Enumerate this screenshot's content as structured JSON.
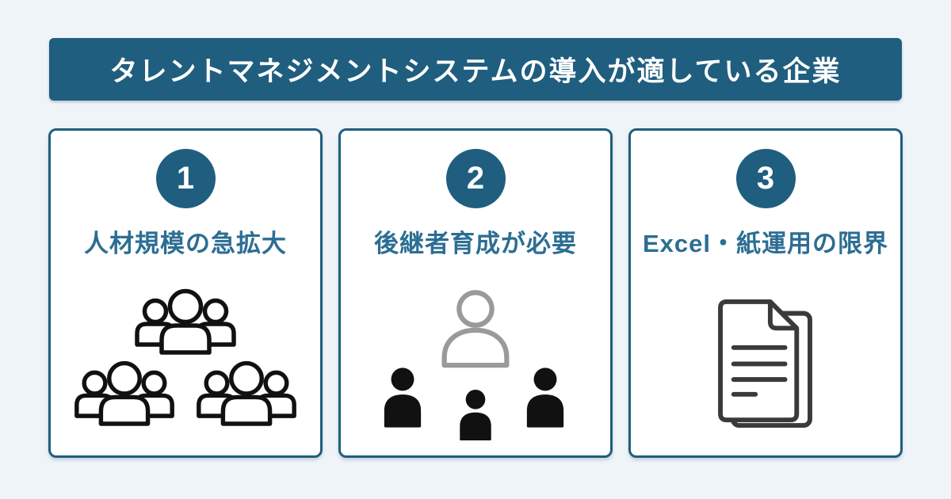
{
  "header": {
    "title": "タレントマネジメントシステムの導入が適している企業"
  },
  "cards": [
    {
      "number": "1",
      "title": "人材規模の急拡大",
      "icon": "crowd-groups-icon"
    },
    {
      "number": "2",
      "title": "後継者育成が必要",
      "icon": "successor-training-icon"
    },
    {
      "number": "3",
      "title": "Excel・紙運用の限界",
      "icon": "paper-documents-icon"
    }
  ],
  "colors": {
    "page_background": "#eff4f9",
    "primary_teal": "#1f5e7e",
    "header_text": "#ffffff",
    "card_background": "#ffffff",
    "card_title_text": "#2c6e93",
    "icon_black": "#111111",
    "icon_grey": "#9a9a9a",
    "icon_dark_grey": "#3a3a3a"
  }
}
